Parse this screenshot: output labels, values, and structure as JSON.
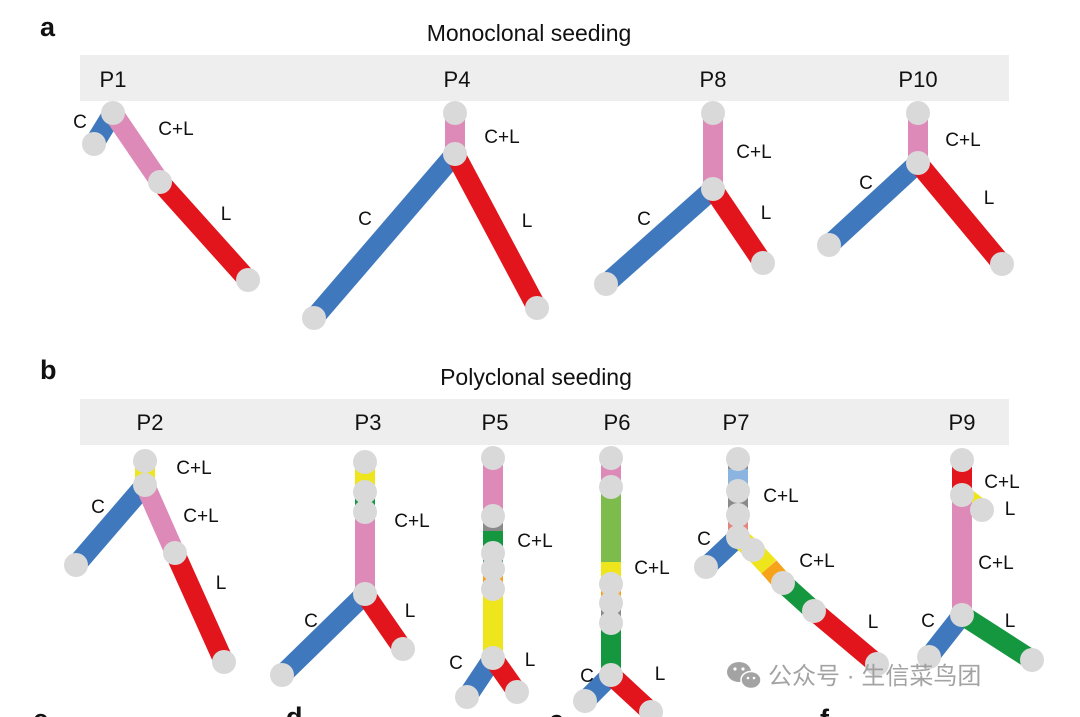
{
  "colors": {
    "C": "#3f78bd",
    "L": "#e2141c",
    "CL": "#dd8ab9",
    "yellow": "#efe51d",
    "green": "#14973f",
    "lightgreen": "#7dbb4d",
    "gray": "#8a8a8a",
    "orange": "#f7a21b",
    "salmon": "#e5847c",
    "lightblue": "#8cb4e0",
    "node": "#d9d9d9"
  },
  "panel_a": {
    "letter": "a",
    "title": "Monoclonal seeding"
  },
  "panel_b": {
    "letter": "b",
    "title": "Polyclonal seeding"
  },
  "trees": [
    {
      "name": "P1",
      "labels": [
        "C",
        "C+L",
        "L"
      ]
    },
    {
      "name": "P4",
      "labels": [
        "C+L",
        "C",
        "L"
      ]
    },
    {
      "name": "P8",
      "labels": [
        "C+L",
        "C",
        "L"
      ]
    },
    {
      "name": "P10",
      "labels": [
        "C+L",
        "C",
        "L"
      ]
    },
    {
      "name": "P2",
      "labels": [
        "C+L",
        "C",
        "C+L",
        "L"
      ]
    },
    {
      "name": "P3",
      "labels": [
        "C+L",
        "C",
        "L"
      ]
    },
    {
      "name": "P5",
      "labels": [
        "C+L",
        "C",
        "L"
      ]
    },
    {
      "name": "P6",
      "labels": [
        "C+L",
        "C",
        "L"
      ]
    },
    {
      "name": "P7",
      "labels": [
        "C+L",
        "C",
        "C+L",
        "L"
      ]
    },
    {
      "name": "P9",
      "labels": [
        "C+L",
        "L",
        "C+L",
        "C",
        "L"
      ]
    }
  ],
  "cutoff_panels": [
    "c",
    "d",
    "e",
    "f"
  ],
  "watermark": {
    "icon": "wechat-icon",
    "text": "公众号 · 生信菜鸟团"
  }
}
